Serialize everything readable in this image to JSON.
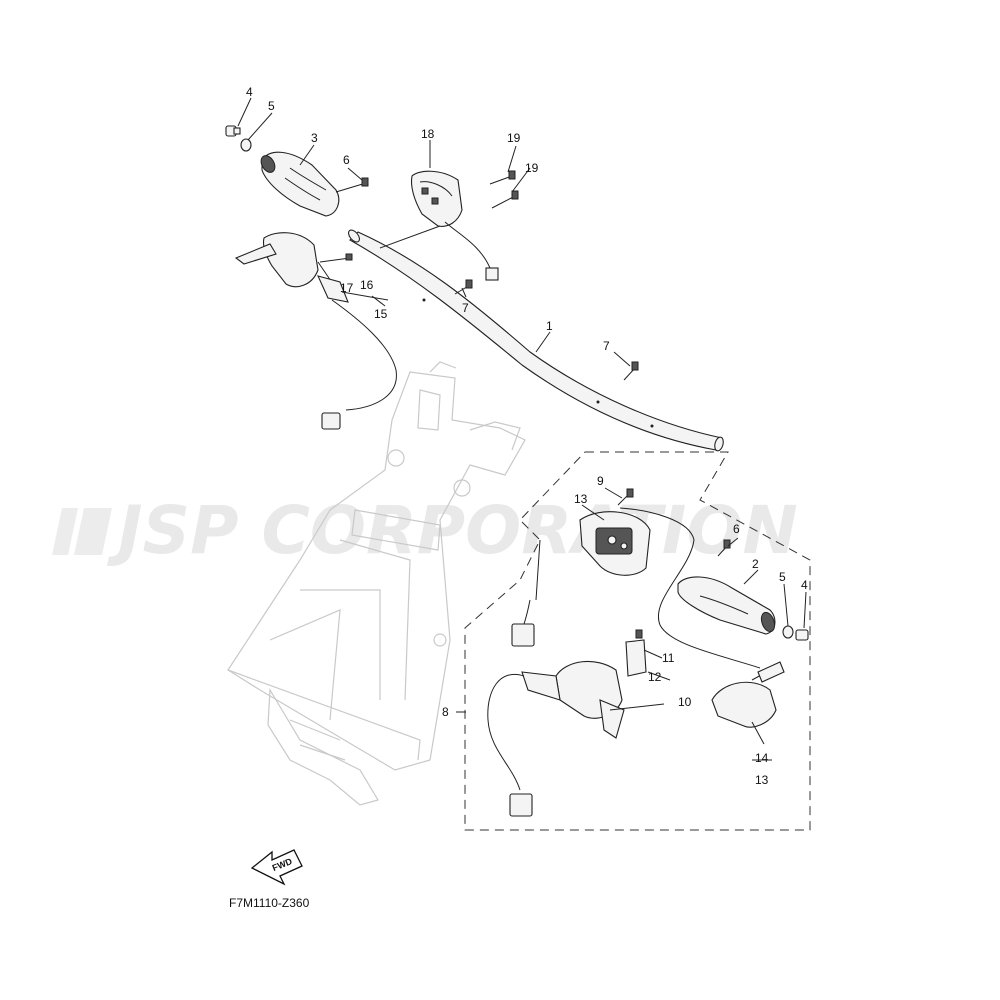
{
  "watermark": {
    "logo_text": "JSP CORPORATION",
    "color": "#e9e9e9"
  },
  "diagram": {
    "code": "F7M1110-Z360",
    "fwd_label": "FWD",
    "callouts": {
      "c1": "1",
      "c2": "2",
      "c3": "3",
      "c4a": "4",
      "c4b": "4",
      "c5a": "5",
      "c5b": "5",
      "c6a": "6",
      "c6b": "6",
      "c7a": "7",
      "c7b": "7",
      "c8": "8",
      "c9": "9",
      "c10": "10",
      "c11": "11",
      "c12": "12",
      "c13a": "13",
      "c13b": "13",
      "c14": "14",
      "c15": "15",
      "c16": "16",
      "c17": "17",
      "c18": "18",
      "c19a": "19",
      "c19b": "19"
    }
  }
}
